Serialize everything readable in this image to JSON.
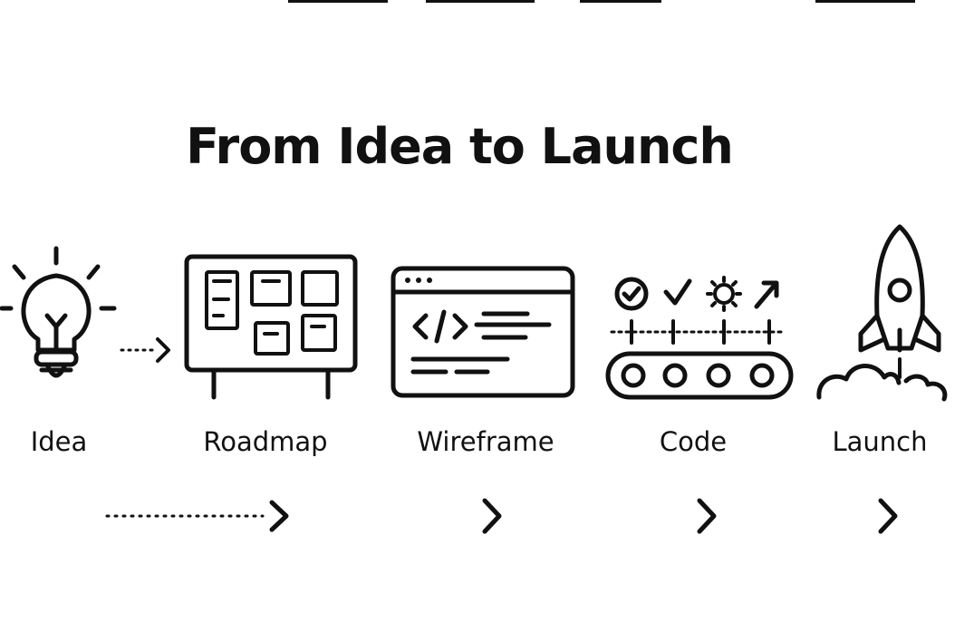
{
  "title": "From Idea to Launch",
  "stages": [
    {
      "label": "Idea",
      "icon": "lightbulb-icon"
    },
    {
      "label": "Roadmap",
      "icon": "roadmap-board-icon"
    },
    {
      "label": "Wireframe",
      "icon": "wireframe-browser-icon"
    },
    {
      "label": "Code",
      "icon": "code-pipeline-icon"
    },
    {
      "label": "Launch",
      "icon": "rocket-icon"
    }
  ],
  "colors": {
    "ink": "#111111",
    "background": "#ffffff"
  }
}
